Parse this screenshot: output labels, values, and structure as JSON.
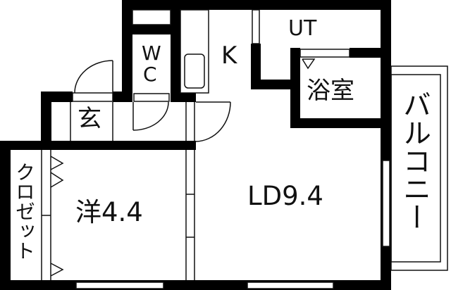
{
  "floor_plan": {
    "rooms": [
      {
        "id": "wc",
        "label_line1": "W",
        "label_line2": "C"
      },
      {
        "id": "kitchen",
        "label": "K"
      },
      {
        "id": "utility",
        "label": "UT"
      },
      {
        "id": "bathroom",
        "label": "浴室"
      },
      {
        "id": "entrance",
        "label": "玄"
      },
      {
        "id": "closet",
        "label": "クロゼット"
      },
      {
        "id": "western_room",
        "label": "洋4.4"
      },
      {
        "id": "living_dining",
        "label": "LD9.4"
      },
      {
        "id": "balcony",
        "label": "バルコニー"
      }
    ],
    "colors": {
      "wall": "#000000",
      "line": "#111111",
      "background": "#ffffff"
    }
  }
}
